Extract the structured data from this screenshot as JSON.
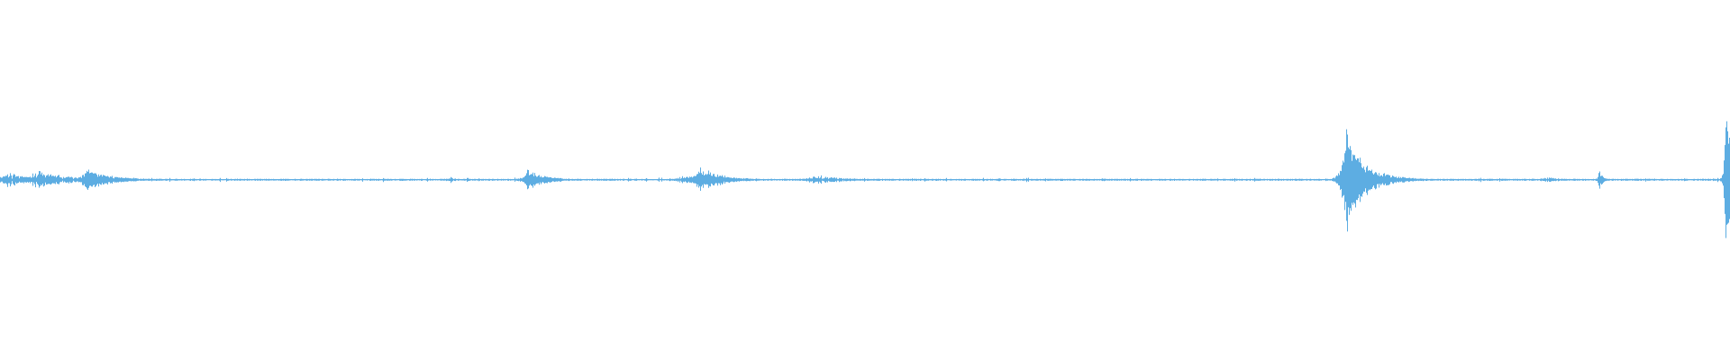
{
  "waveform": {
    "color": "#5dade2",
    "background": "#ffffff",
    "duration": 1.0,
    "baseline_amplitude": 0.006,
    "baseline_jitter": 0.012,
    "bursts": [
      {
        "t": 0.004,
        "amp": 0.07,
        "decay": 0.014,
        "density": 0.9
      },
      {
        "t": 0.021,
        "amp": 0.09,
        "decay": 0.018,
        "density": 0.9
      },
      {
        "t": 0.05,
        "amp": 0.11,
        "decay": 0.012,
        "density": 1.0
      },
      {
        "t": 0.054,
        "amp": 0.06,
        "decay": 0.015,
        "density": 0.8
      },
      {
        "t": 0.26,
        "amp": 0.03,
        "decay": 0.004,
        "density": 0.6
      },
      {
        "t": 0.305,
        "amp": 0.1,
        "decay": 0.01,
        "density": 1.0
      },
      {
        "t": 0.395,
        "amp": 0.04,
        "decay": 0.02,
        "density": 0.8
      },
      {
        "t": 0.404,
        "amp": 0.13,
        "decay": 0.012,
        "density": 1.0
      },
      {
        "t": 0.47,
        "amp": 0.05,
        "decay": 0.015,
        "density": 0.8
      },
      {
        "t": 0.577,
        "amp": 0.015,
        "decay": 0.003,
        "density": 0.5
      },
      {
        "t": 0.637,
        "amp": 0.015,
        "decay": 0.003,
        "density": 0.5
      },
      {
        "t": 0.7775,
        "amp": 0.52,
        "decay": 0.008,
        "density": 1.0
      },
      {
        "t": 0.781,
        "amp": 0.3,
        "decay": 0.012,
        "density": 1.0
      },
      {
        "t": 0.8925,
        "amp": 0.025,
        "decay": 0.01,
        "density": 0.6
      },
      {
        "t": 0.924,
        "amp": 0.1,
        "decay": 0.002,
        "density": 1.0
      },
      {
        "t": 0.9975,
        "amp": 0.98,
        "decay": 0.003,
        "density": 1.0
      }
    ]
  }
}
